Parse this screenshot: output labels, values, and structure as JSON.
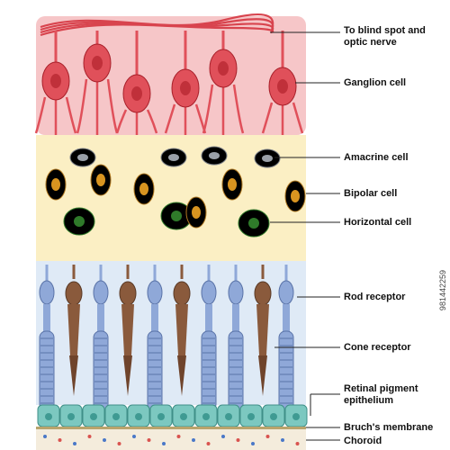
{
  "labels": {
    "optic_nerve": {
      "line1": "To blind spot and",
      "line2": "optic nerve"
    },
    "ganglion": "Ganglion cell",
    "amacrine": "Amacrine cell",
    "bipolar": "Bipolar cell",
    "horizontal": "Horizontal cell",
    "rod": "Rod receptor",
    "cone": "Cone receptor",
    "rpe": {
      "line1": "Retinal pigment",
      "line2": "epithelium"
    },
    "bruch": "Bruch's membrane",
    "choroid": "Choroid"
  },
  "watermark": "981442259",
  "colors": {
    "ganglion_band": "#f6c6c8",
    "ganglion_cell": "#e0505a",
    "ganglion_nucleus": "#c0303a",
    "inner_band": "#fbefc4",
    "bipolar_cell": "#f0b43c",
    "amacrine_cell": "#c8ccd2",
    "horizontal_cell": "#5fb04c",
    "receptor_band": "#dfeaf6",
    "rod": "#8fa8d8",
    "cone": "#8a5a3c",
    "rpe": "#7cc8c0",
    "choroid_band": "#f4ecdc"
  }
}
